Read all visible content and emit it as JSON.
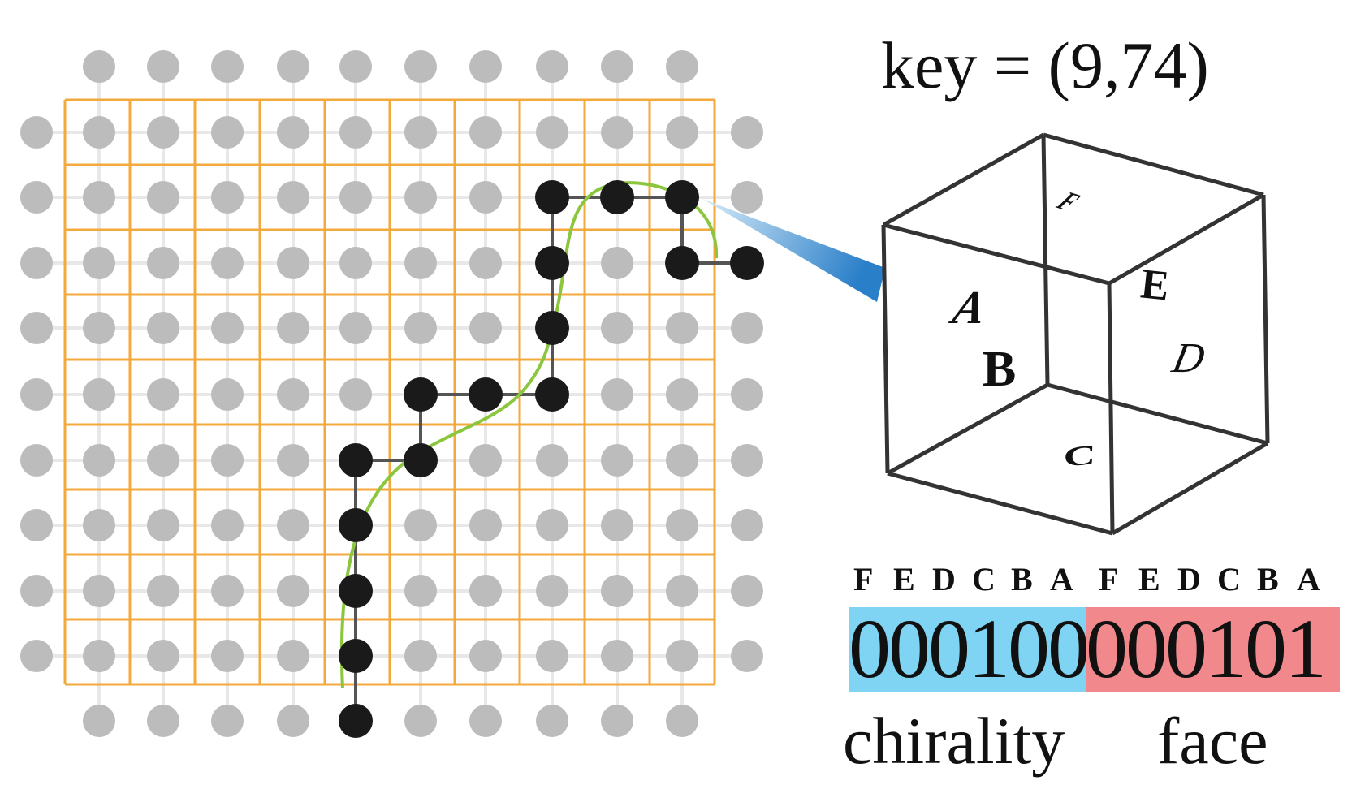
{
  "key_label": "key = (9,74)",
  "cube_faces": {
    "A": "A",
    "B": "B",
    "C": "C",
    "D": "D",
    "E": "E",
    "F": "F"
  },
  "bit_headers": [
    "F",
    "E",
    "D",
    "C",
    "B",
    "A",
    "F",
    "E",
    "D",
    "C",
    "B",
    "A"
  ],
  "chirality_bits": "000100",
  "face_bits": "000101",
  "captions": {
    "chirality": "chirality",
    "face": "face"
  },
  "colors": {
    "grid_line": "#f4a93c",
    "lattice_node": "#bdbcbd",
    "path_node": "#1a1a1a",
    "curve": "#8cc63f",
    "chirality_highlight": "#7fd3f3",
    "face_highlight": "#f0888c",
    "beam": "#2a7fc9"
  }
}
